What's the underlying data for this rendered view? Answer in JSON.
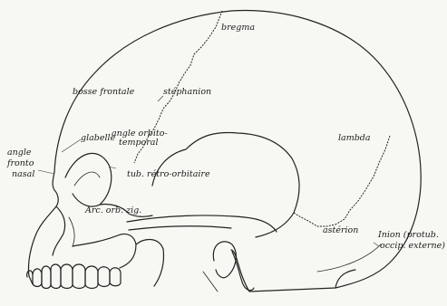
{
  "figure": {
    "background": "#f7f7f3",
    "ink": "#222222"
  },
  "labels": {
    "bregma": "bregma",
    "bosse_frontale": "bosse frontale",
    "stephanion": "stéphanion",
    "glabelle": "glabelle",
    "angle_orbito_temporal_1": "angle orbito-",
    "angle_orbito_temporal_2": "temporal",
    "angle_fronto_nasal_1": "angle",
    "angle_fronto_nasal_2": "fronto",
    "angle_fronto_nasal_3": "nasal",
    "tub_retro_orbitaire": "tub. rétro-orbitaire",
    "arc_orb_zig": "Arc. orb. zig.",
    "lambda": "lambda",
    "asterion": "astérion",
    "inion_1": "Inion (protub.",
    "inion_2": "occip. externe)"
  }
}
